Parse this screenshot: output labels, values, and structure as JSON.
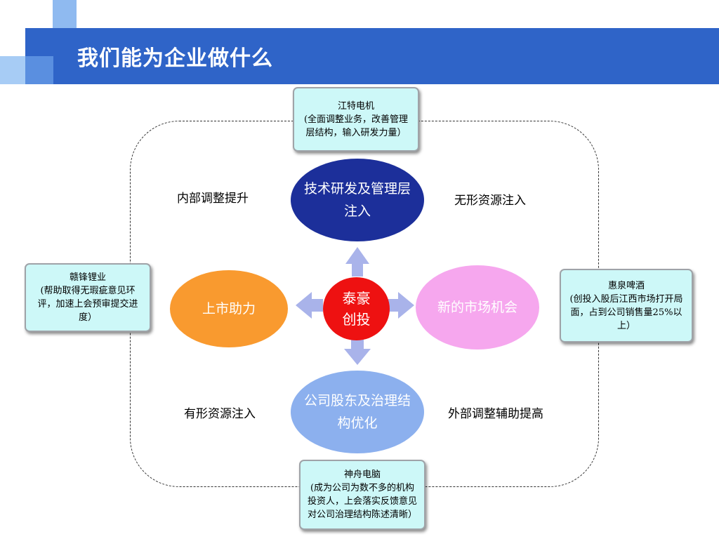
{
  "page": {
    "title": "我们能为企业做什么"
  },
  "center": {
    "line1": "泰豪",
    "line2": "创投"
  },
  "nodes": {
    "top": "技术研发及管理层注入",
    "bottom": "公司股东及治理结构优化",
    "left": "上市助力",
    "right": "新的市场机会"
  },
  "labels": {
    "top_left": "内部调整提升",
    "top_right": "无形资源注入",
    "bottom_left": "有形资源注入",
    "bottom_right": "外部调整辅助提高"
  },
  "callouts": {
    "top": {
      "name": "江特电机",
      "desc": "(全面调整业务，改善管理层结构，输入研发力量）"
    },
    "left": {
      "name": "赣锋锂业",
      "desc": "(帮助取得无瑕疵意见环评，加速上会预审提交进度）"
    },
    "right": {
      "name": "惠泉啤酒",
      "desc": "(创投入股后江西市场打开局面，占到公司销售量25%以上）"
    },
    "bottom": {
      "name": "神舟电脑",
      "desc": "(成为公司为数不多的机构投资人，上会落实反馈意见对公司治理结构陈述清晰）"
    }
  },
  "colors": {
    "header": "#2f64c8",
    "top_node": "#1c2f9a",
    "bottom_node": "#8cb0ee",
    "left_node": "#f99a2f",
    "right_node": "#f6a7ee",
    "center_node": "#ee1111",
    "arrow": "#a9b3ea",
    "callout_fill": "#cdf8f8"
  }
}
